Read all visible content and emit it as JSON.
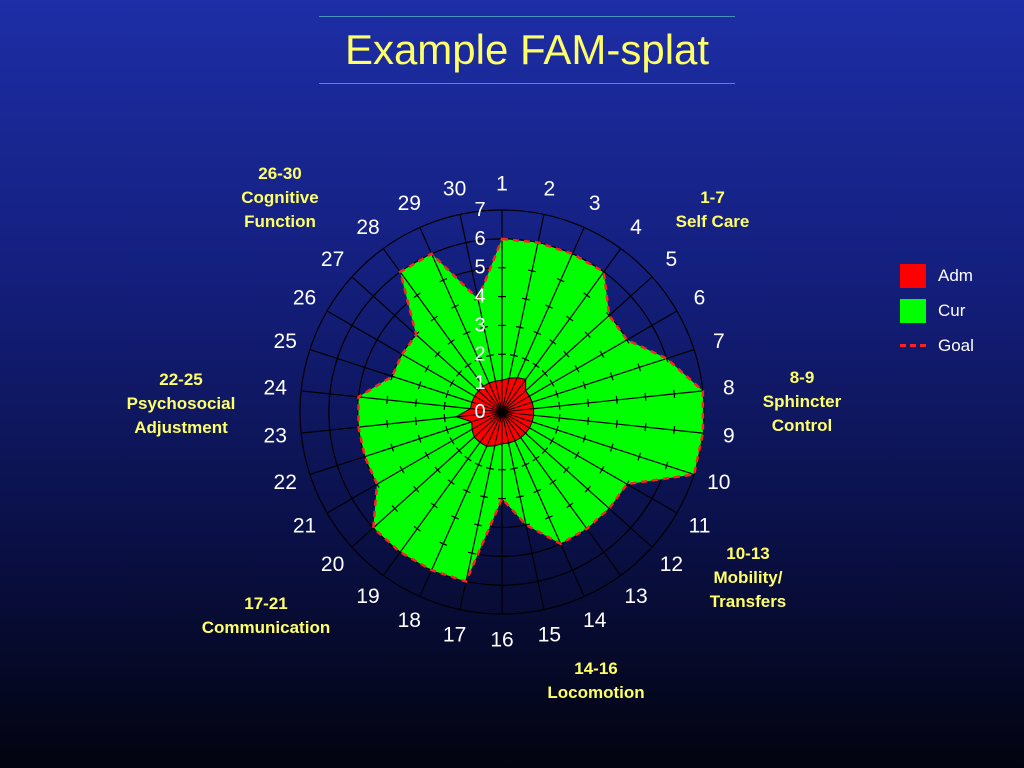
{
  "title": "Example FAM-splat",
  "colors": {
    "adm": "#ff0000",
    "cur": "#00ff00",
    "goal": "#ff2222",
    "grid": "#000000",
    "labels": "#ffffff",
    "groups": "#ffff66"
  },
  "groups": [
    {
      "lines": [
        "1-7",
        "Self Care"
      ]
    },
    {
      "lines": [
        "8-9",
        "Sphincter",
        "Control"
      ]
    },
    {
      "lines": [
        "10-13",
        "Mobility/",
        "Transfers"
      ]
    },
    {
      "lines": [
        "14-16",
        "Locomotion"
      ]
    },
    {
      "lines": [
        "17-21",
        "Communication"
      ]
    },
    {
      "lines": [
        "22-25",
        "Psychosocial",
        "Adjustment"
      ]
    },
    {
      "lines": [
        "26-30",
        "Cognitive",
        "Function"
      ]
    }
  ],
  "chart_data": {
    "type": "radar",
    "categories": [
      "1",
      "2",
      "3",
      "4",
      "5",
      "6",
      "7",
      "8",
      "9",
      "10",
      "11",
      "12",
      "13",
      "14",
      "15",
      "16",
      "17",
      "18",
      "19",
      "20",
      "21",
      "22",
      "23",
      "24",
      "25",
      "26",
      "27",
      "28",
      "29",
      "30"
    ],
    "radial_ticks": [
      "0",
      "1",
      "2",
      "3",
      "4",
      "5",
      "6",
      "7"
    ],
    "rlim": [
      0,
      7
    ],
    "series": [
      {
        "name": "Adm",
        "values": [
          1.1,
          1.2,
          1.3,
          1.4,
          1.1,
          1.1,
          1.1,
          1.1,
          1.1,
          1.1,
          1.1,
          1.1,
          1.1,
          1.1,
          1.1,
          1.1,
          1.2,
          1.3,
          1.3,
          1.3,
          1.2,
          1.1,
          1.6,
          1.1,
          1.1,
          1.1,
          1.1,
          1.1,
          1.1,
          1.1
        ]
      },
      {
        "name": "Cur",
        "values": [
          6,
          6,
          6,
          6,
          5,
          5,
          6,
          7,
          7,
          7,
          5,
          5,
          5,
          5,
          4,
          3,
          6,
          6,
          6,
          6,
          5,
          5,
          5,
          5,
          4,
          4,
          4,
          6,
          6,
          4
        ]
      },
      {
        "name": "Goal",
        "values": [
          6,
          6,
          6,
          6,
          5,
          5,
          6,
          7,
          7,
          7,
          5,
          5,
          5,
          5,
          4,
          3,
          6,
          6,
          6,
          6,
          5,
          5,
          5,
          5,
          4,
          4,
          4,
          6,
          6,
          4
        ]
      }
    ],
    "legend": [
      "Adm",
      "Cur",
      "Goal"
    ]
  }
}
